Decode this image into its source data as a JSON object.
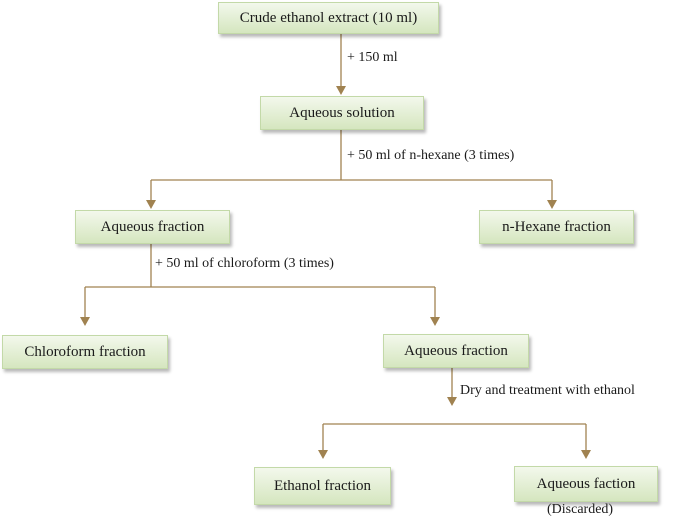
{
  "nodes": {
    "crude_extract": "Crude ethanol extract (10 ml)",
    "aqueous_solution": "Aqueous solution",
    "aqueous_fraction_1": "Aqueous fraction",
    "hexane_fraction": "n-Hexane fraction",
    "chloroform_fraction": "Chloroform fraction",
    "aqueous_fraction_2": "Aqueous fraction",
    "ethanol_fraction": "Ethanol fraction",
    "aqueous_faction": "Aqueous faction",
    "discarded_note": "(Discarded)"
  },
  "steps": {
    "add_water": "+ 150 ml",
    "add_hexane": "+ 50 ml of n-hexane (3 times)",
    "add_chloroform": "+ 50 ml of chloroform (3 times)",
    "dry_ethanol": "Dry and treatment with ethanol"
  },
  "colors": {
    "box_top": "#f3f8ec",
    "box_bottom": "#d5e6bf",
    "connector": "#a08250"
  }
}
